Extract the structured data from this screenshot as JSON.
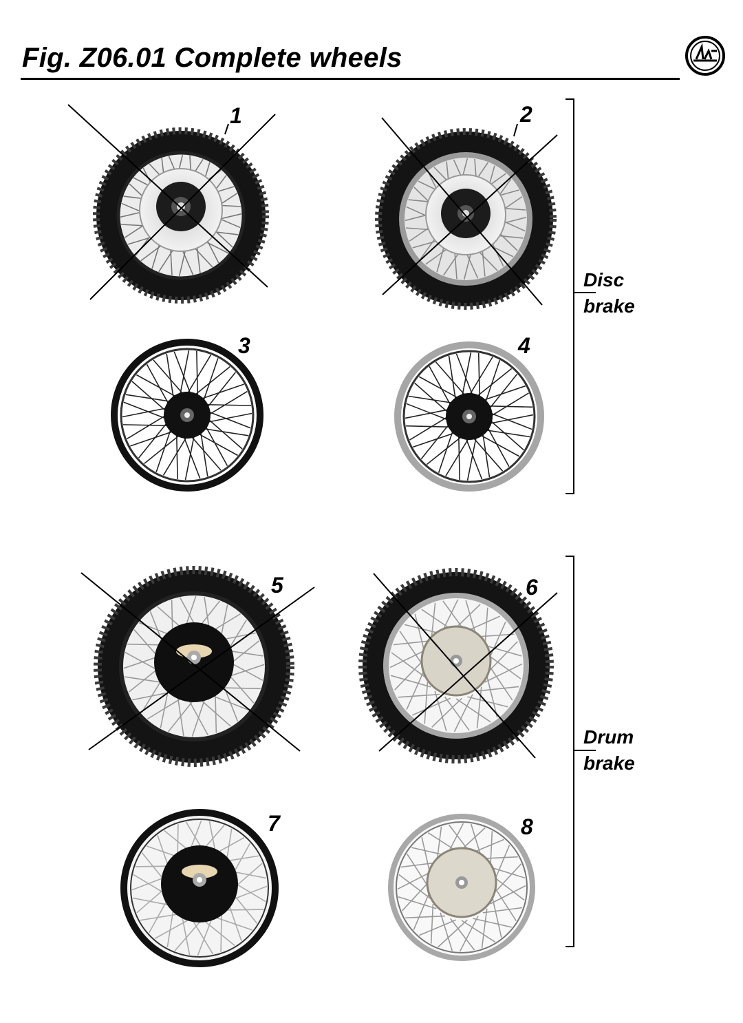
{
  "figure": {
    "title": "Fig. Z06.01 Complete wheels"
  },
  "callouts": [
    "1",
    "2",
    "3",
    "4",
    "5",
    "6",
    "7",
    "8"
  ],
  "groups": {
    "disc": {
      "line1": "Disc",
      "line2": "brake"
    },
    "drum": {
      "line1": "Drum",
      "line2": "brake"
    }
  },
  "colors": {
    "ink": "#000000",
    "tire": "#111111",
    "chrome_rim": "#b8b8b8",
    "drum_hub": "#d9d4c8"
  },
  "icons": {
    "logo": "brand-logo-icon"
  }
}
